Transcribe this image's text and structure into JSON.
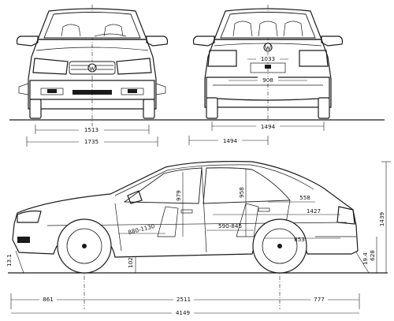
{
  "front_view": {
    "width_body_mm": "1513",
    "width_overall_mm": "1735"
  },
  "rear_view": {
    "trunk_opening_mm": "1033",
    "plate_area_mm": "908",
    "track_rear_mm": "1494",
    "track_rear_ground_mm": "1494"
  },
  "side_view": {
    "front_door_height_mm": "979",
    "rear_door_height_mm": "958",
    "rear_seat_width_mm": "558",
    "trunk_length_mm": "1427",
    "front_seat_travel_mm": "880-1130",
    "rear_legroom_mm": "590-845",
    "rear_overhang_inner_mm": "853",
    "ground_clearance_mm": "102",
    "front_approach_mm": "13.1",
    "rear_departure_mm": "19.4",
    "rear_bumper_height_mm": "628",
    "overall_height_mm": "1439",
    "front_overhang_mm": "861",
    "wheelbase_mm": "2511",
    "rear_overhang_mm": "777",
    "overall_length_mm": "4149"
  },
  "brand": {
    "badge_color": "#1a1a1a"
  }
}
